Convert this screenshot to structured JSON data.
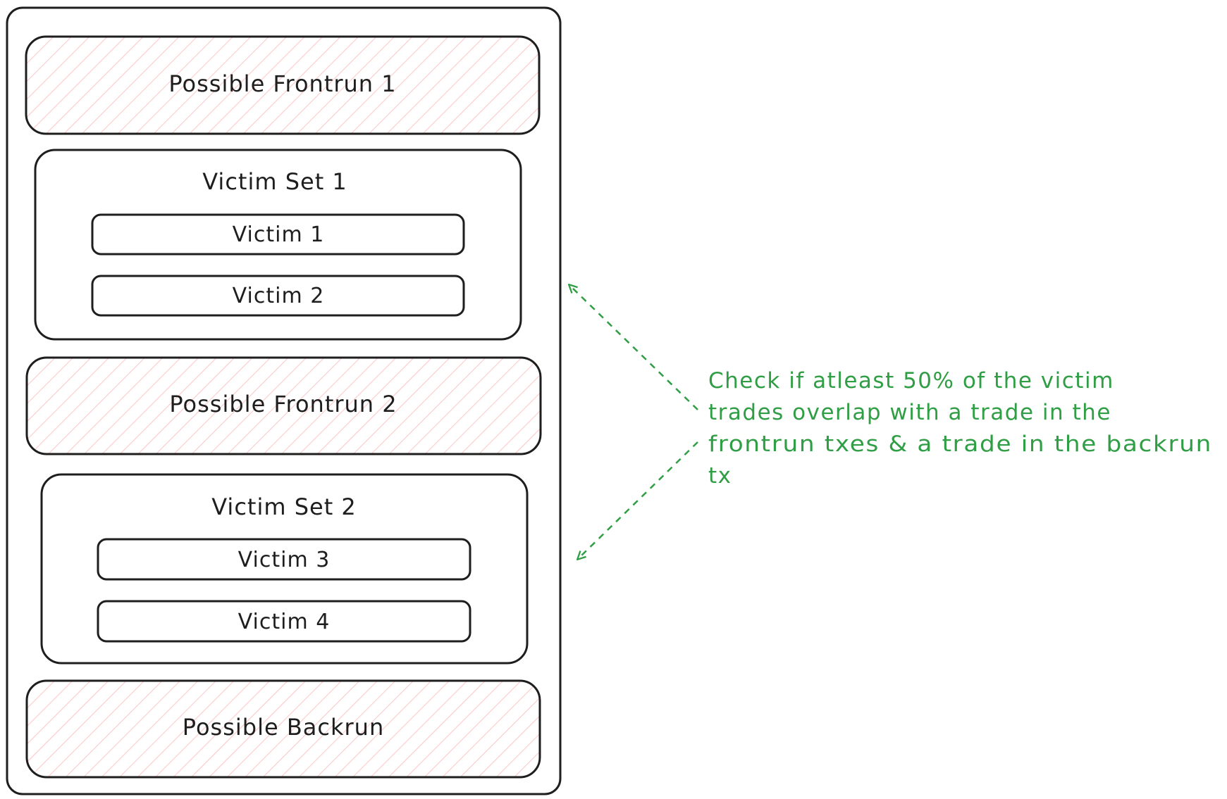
{
  "colors": {
    "stroke": "#1e1e1e",
    "hatch": "#ffc9c9",
    "note": "#2f9e44"
  },
  "blocks": {
    "frontrun_1": "Possible Frontrun 1",
    "frontrun_2": "Possible Frontrun 2",
    "backrun": "Possible Backrun"
  },
  "victim_sets": [
    {
      "title": "Victim Set 1",
      "victims": [
        "Victim 1",
        "Victim 2"
      ]
    },
    {
      "title": "Victim Set 2",
      "victims": [
        "Victim 3",
        "Victim 4"
      ]
    }
  ],
  "annotation": {
    "lines": [
      "Check if atleast 50% of the victim",
      "trades overlap with a trade in the",
      "frontrun txes & a trade in the backrun",
      "tx"
    ]
  }
}
